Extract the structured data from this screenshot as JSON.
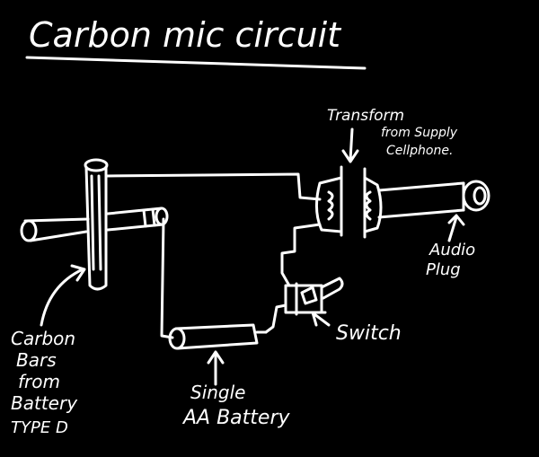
{
  "title": "Carbon mic circuit",
  "labels": {
    "transform_line1": "Transform",
    "transform_line2": "from Supply",
    "transform_line3": "Cellphone.",
    "audio_line1": "Audio",
    "audio_line2": "Plug",
    "switch": "Switch",
    "battery_line1": "Single",
    "battery_line2": "AA Battery",
    "carbon_line1": "Carbon",
    "carbon_line2": "Bars",
    "carbon_line3": "from",
    "carbon_line4": "Battery",
    "carbon_line5": "TYPE D"
  },
  "colors": {
    "background": "#000000",
    "ink": "#ffffff"
  }
}
